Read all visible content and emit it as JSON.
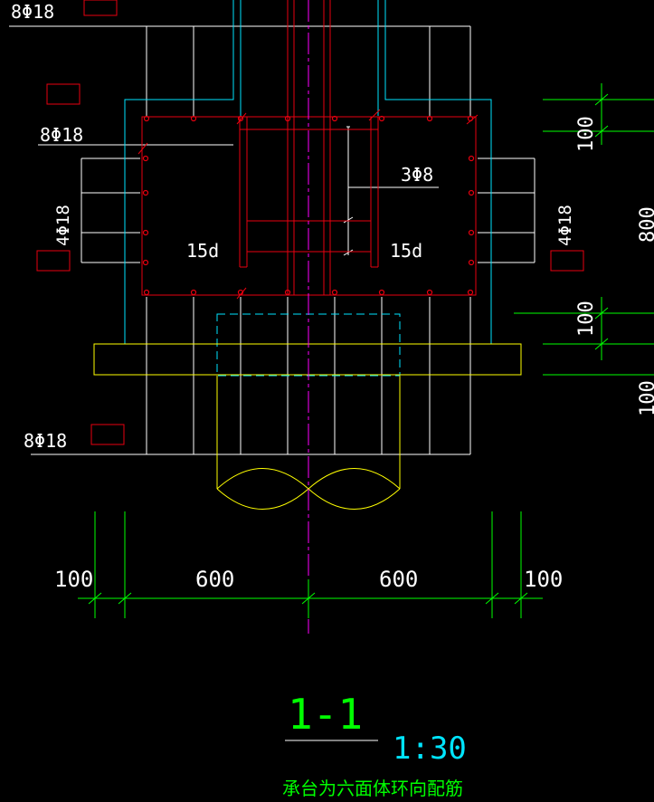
{
  "canvas": {
    "background": "#000000"
  },
  "colors": {
    "white": "#ffffff",
    "red": "#e8000f",
    "cyan": "#00e5ff",
    "yellow": "#ffff00",
    "green": "#00ff00",
    "magenta": "#ff00ff"
  },
  "labels": {
    "top_left_bar": "8Φ18",
    "left_upper_bar": "8Φ18",
    "left_side_bar": "4Φ18",
    "right_side_bar": "4Φ18",
    "stirrup": "3Φ8",
    "anchor_left": "15d",
    "anchor_right": "15d",
    "bottom_left_bar": "8Φ18"
  },
  "dimensions": {
    "bottom": [
      "100",
      "600",
      "600",
      "100"
    ],
    "right_top": "100",
    "right_mid": "100",
    "right_partial_1": "800",
    "right_partial_2": "100"
  },
  "section": {
    "id": "1-1",
    "scale": "1:30",
    "caption": "承台为六面体环向配筋"
  }
}
